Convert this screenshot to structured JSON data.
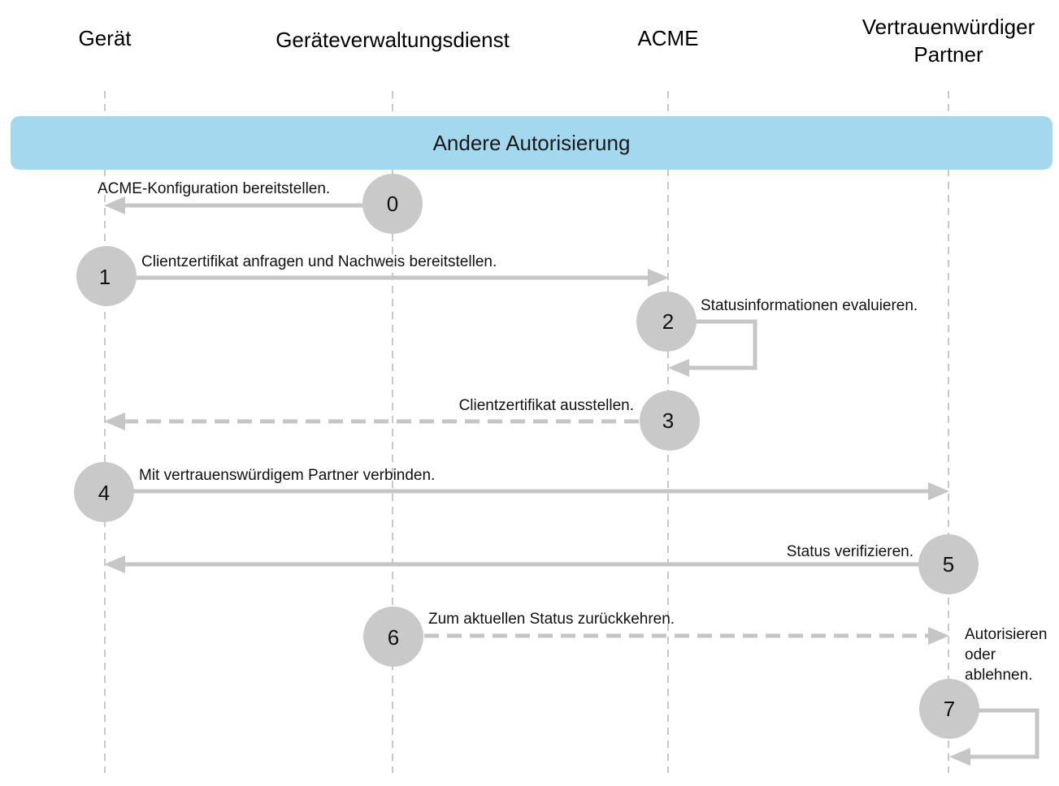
{
  "actors": {
    "device": "Gerät",
    "mdm": "Geräteverwaltungsdienst",
    "acme": "ACME",
    "partner_line1": "Vertrauenwürdiger",
    "partner_line2": "Partner"
  },
  "banner": {
    "label": "Andere Autorisierung",
    "color": "#a4d8ee"
  },
  "steps": [
    {
      "num": "0",
      "label": "ACME-Konfiguration bereitstellen."
    },
    {
      "num": "1",
      "label": "Clientzertifikat anfragen und Nachweis bereitstellen."
    },
    {
      "num": "2",
      "label": "Statusinformationen evaluieren."
    },
    {
      "num": "3",
      "label": "Clientzertifikat ausstellen."
    },
    {
      "num": "4",
      "label": "Mit vertrauenswürdigem Partner verbinden."
    },
    {
      "num": "5",
      "label": "Status verifizieren."
    },
    {
      "num": "6",
      "label": "Zum aktuellen Status zurückkehren."
    },
    {
      "num": "7",
      "label_line1": "Autorisieren",
      "label_line2": "oder",
      "label_line3": "ablehnen."
    }
  ],
  "colors": {
    "arrow": "#c6c6c6",
    "badge": "#c9c9c9",
    "lifeline": "#b5b5b5"
  }
}
